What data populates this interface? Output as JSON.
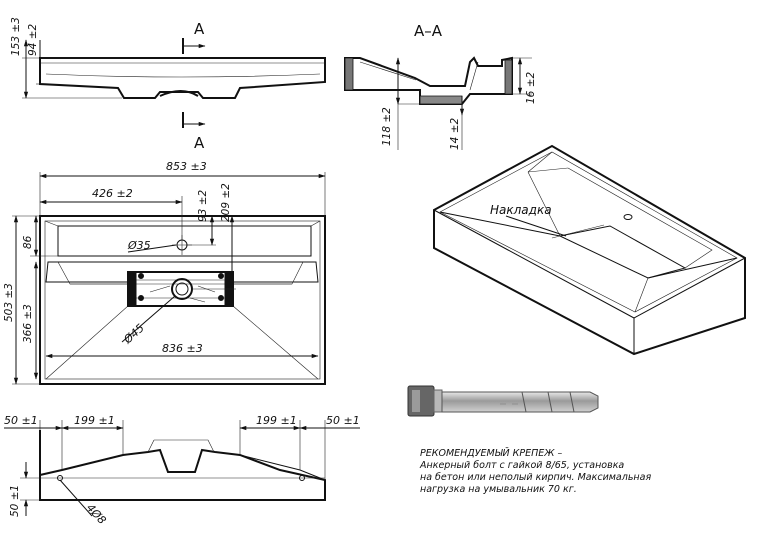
{
  "section_labels": {
    "cut_top": "A",
    "cut_bottom": "A",
    "section_title": "A–A"
  },
  "dimensions": {
    "overall_height": "153 ±3",
    "rim_height": "94 ±2",
    "section_depth": "118 ±2",
    "section_rim": "16 ±2",
    "section_bottom": "14 ±2",
    "width": "853 ±3",
    "hole_x": "426 ±2",
    "hole_y": "93 ±2",
    "drain_y": "209 ±2",
    "shelf_depth": "86",
    "depth": "503 ±3",
    "bowl_depth": "366 ±3",
    "tap_hole": "Ø35",
    "drain_hole": "Ø45",
    "inner_width": "836 ±3",
    "edge_left": "50 ±1",
    "bracket_left": "199 ±1",
    "bracket_right": "199 ±1",
    "edge_right": "50 ±1",
    "edge_bottom": "50 ±1",
    "mount_holes": "4Ø8"
  },
  "callouts": {
    "overlay": "Накладка"
  },
  "fastener_note": {
    "title": "РЕКОМЕНДУЕМЫЙ КРЕПЕЖ –",
    "line1": "Анкерный болт с гайкой 8/65, установка",
    "line2": "на бетон или неполый кирпич. Максимальная",
    "line3": "нагрузка на умывальник 70 кг."
  }
}
